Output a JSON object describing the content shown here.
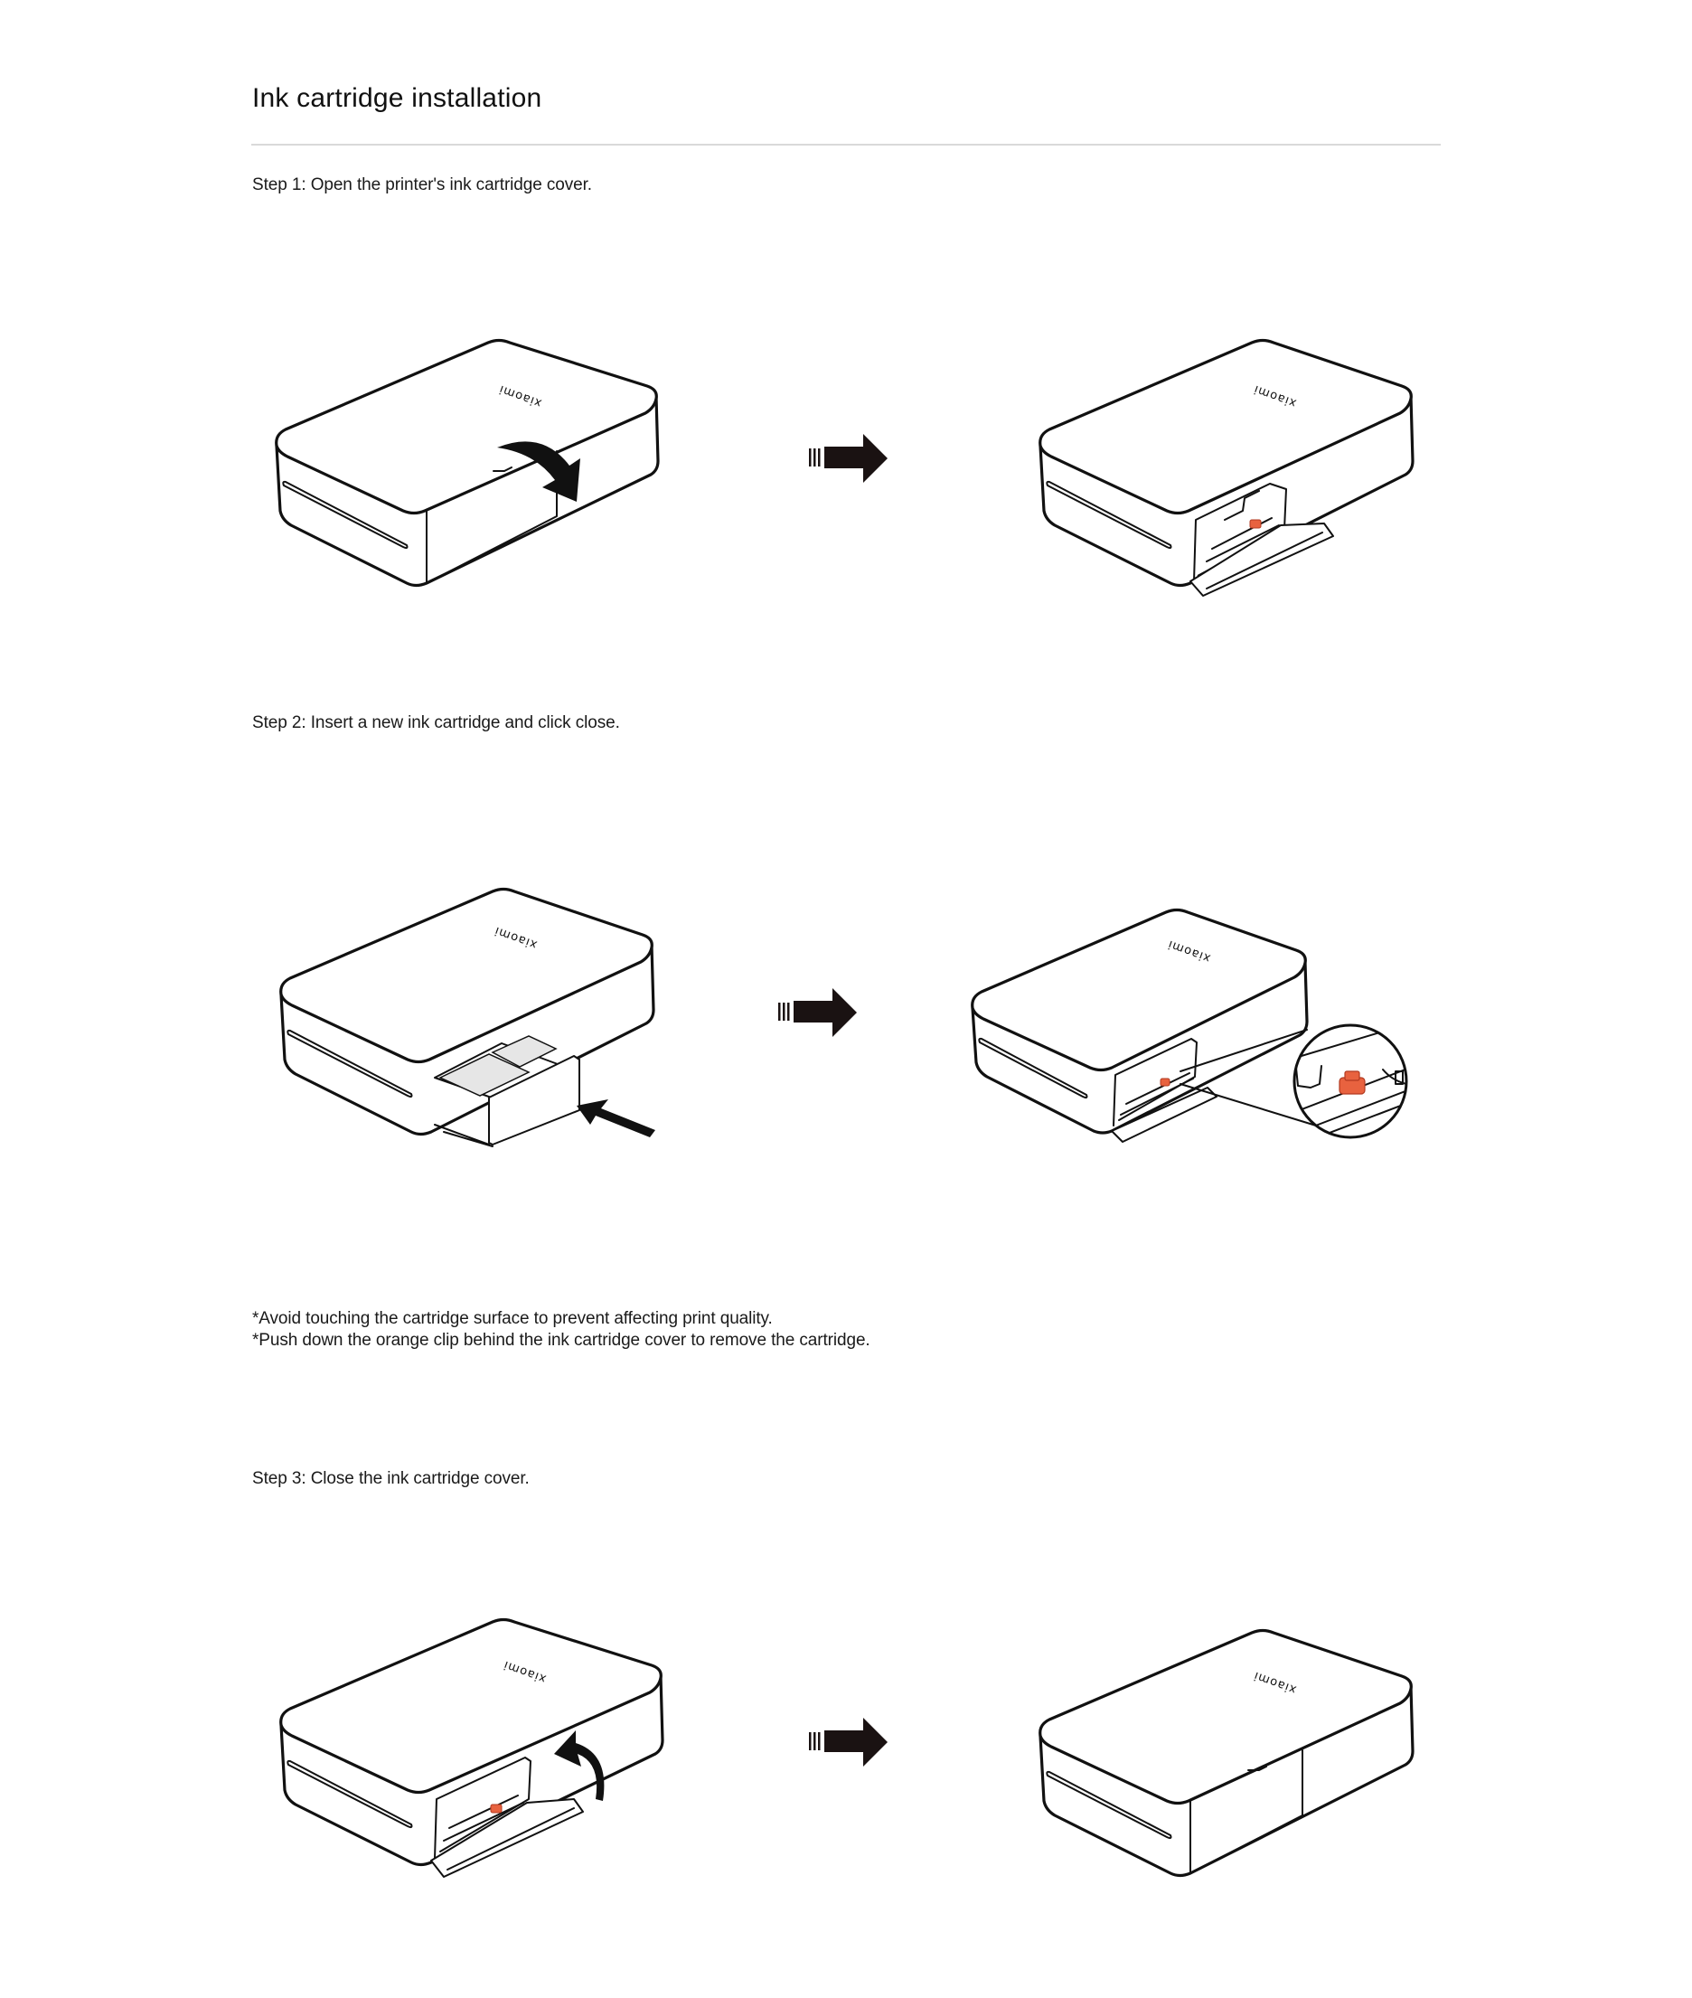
{
  "page": {
    "title": "Ink cartridge installation"
  },
  "colors": {
    "text": "#111111",
    "divider": "#d9d9d9",
    "arrow": "#1a1212",
    "clip_orange": "#e8623f",
    "cartridge_film": "#e6e6e6"
  },
  "steps": [
    {
      "label": "Step 1: Open the printer's ink cartridge cover.",
      "illustrations": [
        {
          "name": "printer-cover-closed-with-open-arrow",
          "brand_mark": "xiaomi"
        },
        {
          "name": "printer-cover-open",
          "brand_mark": "xiaomi"
        }
      ],
      "transition_icon": "right-arrow-icon"
    },
    {
      "label": "Step 2: Insert a new ink cartridge and click close.",
      "illustrations": [
        {
          "name": "printer-inserting-cartridge",
          "brand_mark": "xiaomi"
        },
        {
          "name": "printer-cartridge-inserted-with-clip-detail",
          "brand_mark": "xiaomi"
        }
      ],
      "transition_icon": "right-arrow-icon"
    },
    {
      "label": "Step 3: Close the ink cartridge cover.",
      "illustrations": [
        {
          "name": "printer-closing-cover",
          "brand_mark": "xiaomi"
        },
        {
          "name": "printer-cover-closed",
          "brand_mark": "xiaomi"
        }
      ],
      "transition_icon": "right-arrow-icon"
    }
  ],
  "notes": [
    "*Avoid touching the cartridge surface to prevent affecting print quality.",
    "*Push down the orange clip behind the ink cartridge cover to remove the cartridge."
  ],
  "brand": {
    "logo_text": "xiaomi"
  }
}
